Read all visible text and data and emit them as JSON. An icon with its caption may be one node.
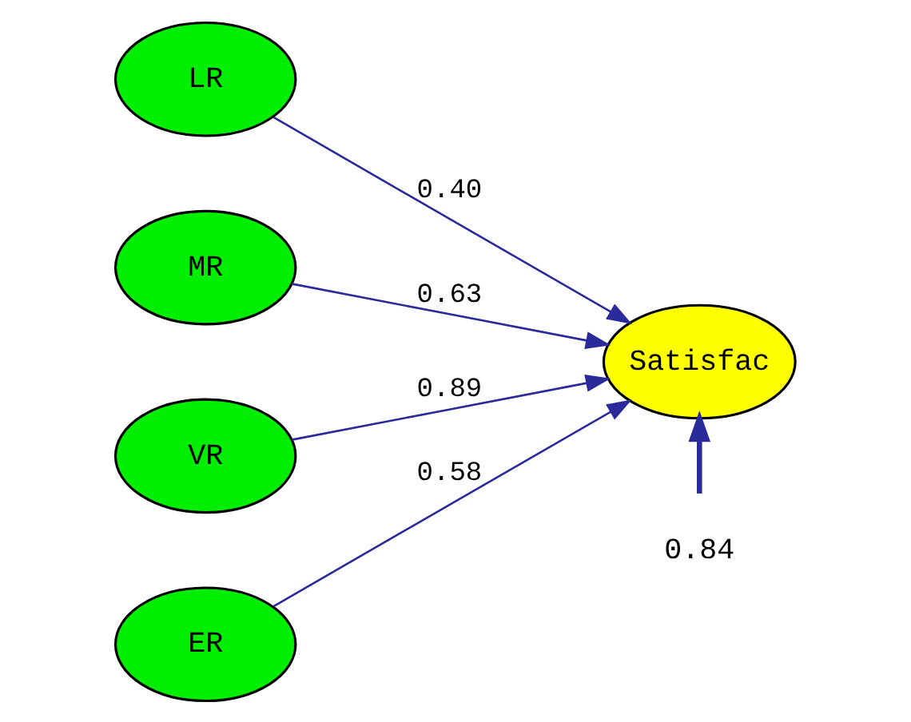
{
  "diagram": {
    "nodes": [
      {
        "text": [
          "LR"
        ]
      },
      {
        "text": [
          "MR"
        ]
      },
      {
        "text": [
          "VR"
        ]
      },
      {
        "text": [
          "ER"
        ]
      },
      {
        "text": [
          "Satisfac"
        ]
      },
      {
        "text": [
          "0.84"
        ]
      }
    ],
    "edges": [
      {
        "from": 0,
        "to": 4,
        "arrow": "to",
        "label": "0.40"
      },
      {
        "from": 1,
        "to": 4,
        "arrow": "to",
        "label": "0.63"
      },
      {
        "from": 2,
        "to": 4,
        "arrow": "to",
        "label": "0.89"
      },
      {
        "from": 3,
        "to": 4,
        "arrow": "to",
        "label": "0.58"
      },
      {
        "from": 5,
        "to": 4,
        "arrow": "to",
        "style": "thick"
      }
    ]
  }
}
